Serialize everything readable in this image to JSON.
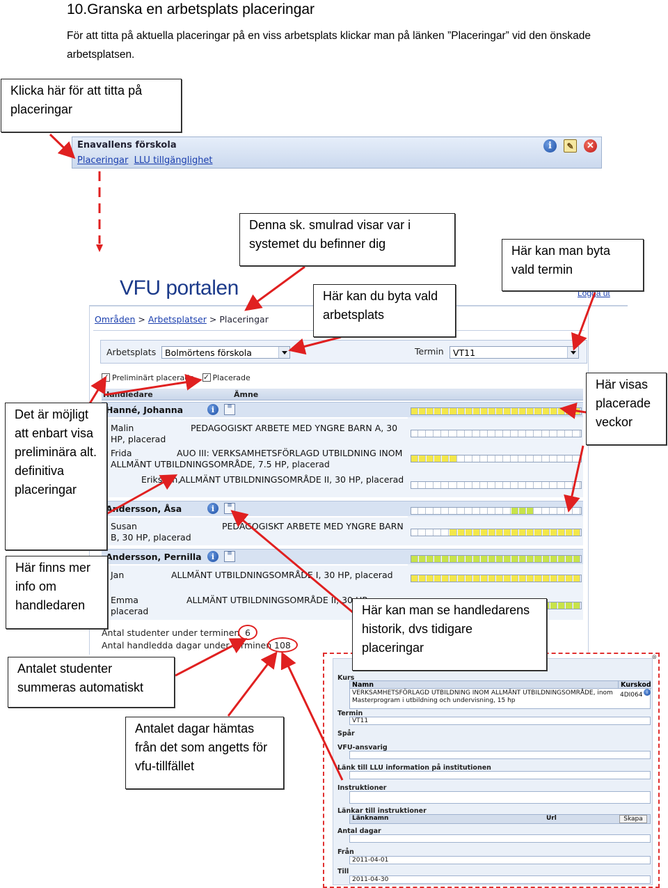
{
  "heading": {
    "number": "10.",
    "title": "Granska en arbetsplats placeringar"
  },
  "intro": "För att titta på aktuella placeringar på en viss arbetsplats klickar man på länken ”Placeringar” vid den önskade arbetsplatsen.",
  "callouts": {
    "click_here": "Klicka här för att titta på placeringar",
    "breadcrumb_note": "Denna sk. smulrad visar var i systemet du befinner dig",
    "change_workplace": "Här kan du byta vald arbetsplats",
    "change_term": "Här kan man byta vald termin",
    "placed_weeks": "Här visas placerade veckor",
    "preliminary": "Det är möjligt att enbart visa preliminära alt. definitiva placeringar",
    "supervisor_info": "Här finns mer info om handledaren",
    "history": "Här kan man se handledarens historik, dvs tidigare placeringar",
    "student_count": "Antalet studenter summeras automatiskt",
    "days_count": "Antalet dagar hämtas från det som angetts för vfu-tillfället"
  },
  "enavallen": {
    "title": "Enavallens förskola",
    "links": [
      "Placeringar",
      "LLU tillgänglighet"
    ]
  },
  "vfu": {
    "logo": "VFU portalen",
    "logout": "Logga ut",
    "breadcrumb": {
      "omraden": "Områden",
      "sep": ">",
      "arbetsplatser": "Arbetsplatser",
      "current": "Placeringar"
    },
    "arbetsplats_label": "Arbetsplats",
    "arbetsplats_value": "Bolmörtens förskola",
    "termin_label": "Termin",
    "termin_value": "VT11",
    "checkboxes": [
      "Preliminärt placerade",
      "Placerade"
    ],
    "columns": [
      "Handledare",
      "Ämne"
    ],
    "supervisors": [
      {
        "name": "Hanné, Johanna",
        "students": [
          {
            "line1_left": "Malin",
            "line1_right": "PEDAGOGISKT ARBETE MED YNGRE BARN A, 30",
            "line2": "HP, placerad"
          },
          {
            "line1_left": "Frida",
            "line1_right": "AUO III: VERKSAMHETSFÖRLAGD UTBILDNING INOM",
            "line2": "ALLMÄNT UTBILDNINGSOMRÅDE, 7.5 HP, placerad"
          },
          {
            "line1_left": "Eriksson,",
            "line1_right": "ALLMÄNT UTBILDNINGSOMRÅDE II, 30 HP, placerad",
            "line2": ""
          }
        ]
      },
      {
        "name": "Andersson, Åsa",
        "students": [
          {
            "line1_left": "Susan",
            "line1_right": "PEDAGOGISKT ARBETE MED YNGRE BARN",
            "line2": "B, 30 HP, placerad"
          }
        ]
      },
      {
        "name": "Andersson, Pernilla",
        "students": [
          {
            "line1_left": "Jan",
            "line1_right": "ALLMÄNT UTBILDNINGSOMRÅDE I, 30 HP, placerad",
            "line2": ""
          },
          {
            "line1_left": "Emma",
            "line1_right": "ALLMÄNT UTBILDNINGSOMRÅDE II, 30 HP,",
            "line2": "placerad"
          }
        ]
      }
    ],
    "students_label": "Antal studenter under terminen",
    "students_value": "6",
    "days_label": "Antal handledda dagar under terminen",
    "days_value": "108"
  },
  "popup": {
    "kurs_label": "Kurs",
    "col_namn": "Namn",
    "col_kurskod": "Kurskod",
    "kurs_name": "VERKSAMHETSFÖRLAGD UTBILDNING INOM ALLMÄNT UTBILDNINGSOMRÅDE, inom Masterprogram i utbildning och undervisning, 15 hp",
    "kurskod": "4DI064",
    "termin_label": "Termin",
    "termin_value": "VT11",
    "spar_label": "Spår",
    "vfu_ansvarig_label": "VFU-ansvarig",
    "llu_link_label": "Länk till LLU information på institutionen",
    "instruktioner_label": "Instruktioner",
    "lankar_label": "Länkar till instruktioner",
    "col_lanknamn": "Länknamn",
    "col_url": "Url",
    "skapa_label": "Skapa",
    "antal_dagar_label": "Antal dagar",
    "fran_label": "Från",
    "fran_value": "2011-04-01",
    "till_label": "Till",
    "till_value": "2011-04-30"
  },
  "colors": {
    "arrow_red": "#e02020",
    "link_blue": "#1b3fae",
    "portal_blue": "#1b3a8a",
    "week_green": "#c8e34a",
    "week_yellow": "#f3e74a",
    "header_bg": "#d7e2f2"
  },
  "week_bars": [
    {
      "yellow": [
        0,
        1,
        2,
        3,
        4,
        5,
        6,
        7,
        8,
        9,
        10,
        11,
        12,
        13,
        14,
        15,
        16,
        17,
        18,
        19,
        20,
        21
      ],
      "green": []
    },
    {
      "yellow": [],
      "green": []
    },
    {
      "yellow": [
        0,
        1,
        2,
        3,
        4,
        5
      ],
      "green": []
    },
    {
      "yellow": [],
      "green": []
    },
    {
      "yellow": [],
      "green": [
        13,
        14,
        15
      ]
    },
    {
      "yellow": [
        5,
        6,
        7,
        8,
        9,
        10,
        11,
        12,
        13,
        14,
        15,
        16,
        17,
        18,
        19,
        20,
        21
      ],
      "green": []
    },
    {
      "yellow": [],
      "green": [
        0,
        1,
        2,
        3,
        4,
        5,
        6,
        7,
        8,
        9,
        10,
        11,
        12,
        13,
        14,
        15,
        16,
        17,
        18,
        19,
        20,
        21
      ]
    },
    {
      "yellow": [
        0,
        1,
        2,
        3,
        4,
        5,
        6,
        7,
        8,
        9,
        10,
        11,
        12,
        13,
        14,
        15,
        16,
        17,
        18,
        19,
        20,
        21
      ],
      "green": []
    },
    {
      "yellow": [],
      "green": [
        0,
        1,
        2,
        3,
        4,
        5,
        6,
        7,
        8,
        9,
        10,
        11,
        12,
        13,
        14,
        15,
        16,
        17,
        18,
        19,
        20,
        21
      ]
    }
  ]
}
